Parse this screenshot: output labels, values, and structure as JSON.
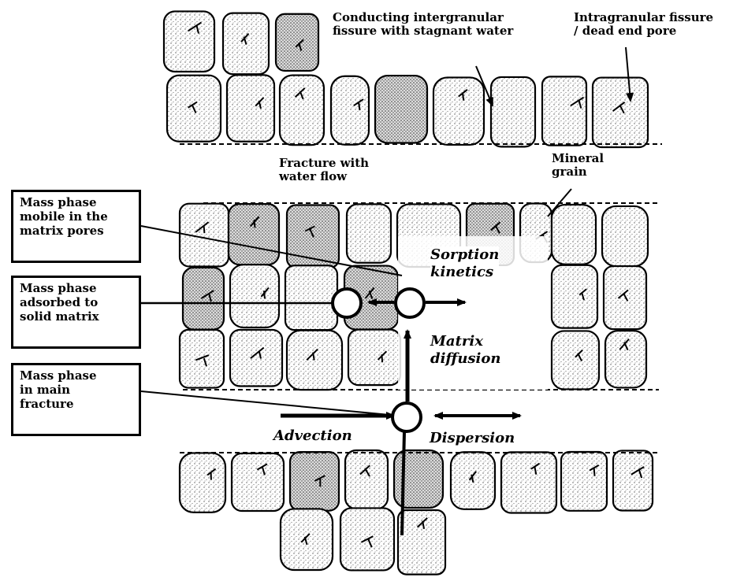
{
  "labels": {
    "conducting": "Conducting intergranular\nfissure with stagnant water",
    "intragranular": "Intragranular fissure\n/ dead end pore",
    "fracture": "Fracture with\nwater flow",
    "mineral": "Mineral\ngrain"
  },
  "boxes": {
    "mobile": "Mass phase\nmobile in the\nmatrix pores",
    "adsorbed": "Mass phase\nadsorbed to\nsolid matrix",
    "fracture": "Mass phase\nin main\nfracture"
  },
  "processes": {
    "sorption": "Sorption\nkinetics",
    "matrix": "Matrix\ndiffusion",
    "advection": "Advection",
    "dispersion": "Dispersion"
  }
}
